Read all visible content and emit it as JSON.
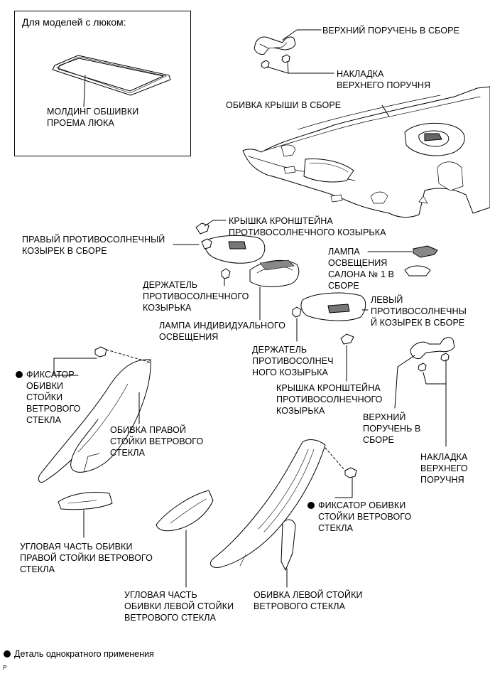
{
  "inset": {
    "title": "Для моделей с люком:"
  },
  "labels": {
    "sunroof_molding": "МОЛДИНГ ОБШИВКИ\nПРОЕМА ЛЮКА",
    "upper_grip": "ВЕРХНИЙ ПОРУЧЕНЬ В СБОРЕ",
    "upper_grip_cover": "НАКЛАДКА\nВЕРХНЕГО ПОРУЧНЯ",
    "roof_headlining": "ОБИВКА КРЫШИ В СБОРЕ",
    "visor_bracket_cover_top": "КРЫШКА КРОНШТЕЙНА\nПРОТИВОСОЛНЕЧНОГО КОЗЫРЬКА",
    "right_visor": "ПРАВЫЙ ПРОТИВОСОЛНЕЧНЫЙ\nКОЗЫРЕК В СБОРЕ",
    "room_lamp": "ЛАМПА\nОСВЕЩЕНИЯ\nСАЛОНА № 1 В\nСБОРЕ",
    "visor_holder_right": "ДЕРЖАТЕЛЬ\nПРОТИВОСОЛНЕЧНОГО\nКОЗЫРЬКА",
    "left_visor": "ЛЕВЫЙ\nПРОТИВОСОЛНЕЧНЫ\nЙ КОЗЫРЕК В СБОРЕ",
    "map_lamp": "ЛАМПА ИНДИВИДУАЛЬНОГО\nОСВЕЩЕНИЯ",
    "visor_holder_left": "ДЕРЖАТЕЛЬ\nПРОТИВОСОЛНЕЧ\nНОГО КОЗЫРЬКА",
    "pillar_clip_right": "ФИКСАТОР\nОБИВКИ\nСТОЙКИ\nВЕТРОВОГО\nСТЕКЛА",
    "visor_bracket_cover_bottom": "КРЫШКА КРОНШТЕЙНА\nПРОТИВОСОЛНЕЧНОГО\nКОЗЫРЬКА",
    "upper_grip_2": "ВЕРХНИЙ\nПОРУЧЕНЬ В\nСБОРЕ",
    "right_pillar_garnish": "ОБИВКА ПРАВОЙ\nСТОЙКИ ВЕТРОВОГО\nСТЕКЛА",
    "upper_grip_cover_2": "НАКЛАДКА\nВЕРХНЕГО\nПОРУЧНЯ",
    "pillar_clip_left": "ФИКСАТОР ОБИВКИ\nСТОЙКИ ВЕТРОВОГО\nСТЕКЛА",
    "right_corner_piece": "УГЛОВАЯ ЧАСТЬ ОБИВКИ\nПРАВОЙ СТОЙКИ ВЕТРОВОГО\nСТЕКЛА",
    "left_corner_piece": "УГЛОВАЯ ЧАСТЬ\nОБИВКИ ЛЕВОЙ СТОЙКИ\nВЕТРОВОГО СТЕКЛА",
    "left_pillar_garnish": "ОБИВКА ЛЕВОЙ СТОЙКИ\nВЕТРОВОГО СТЕКЛА"
  },
  "footnote": "Деталь однократного применения",
  "code": "P"
}
